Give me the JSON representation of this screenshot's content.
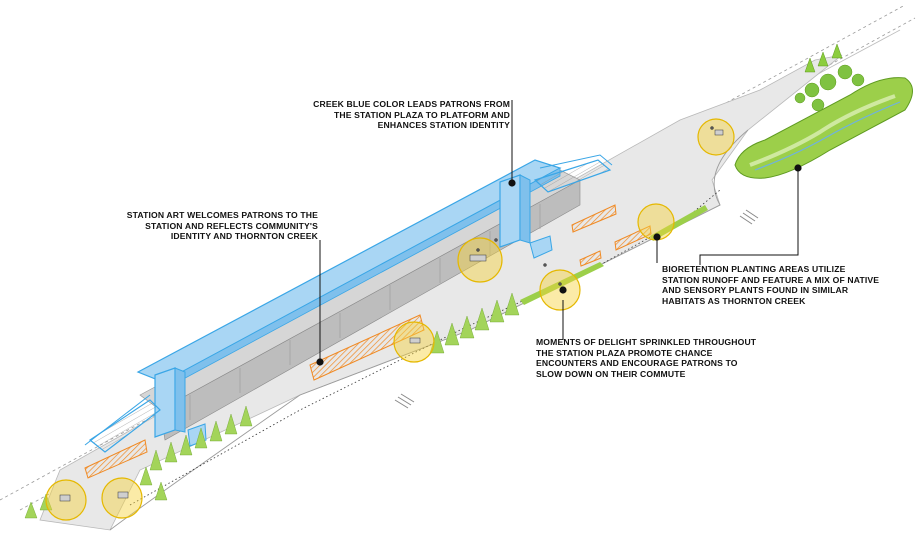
{
  "colors": {
    "creek_blue": "#3aa6e6",
    "creek_blue_fill": "#a9d6f4",
    "art_orange": "#f08a24",
    "delight_yellow": "#f7d23b",
    "planting_green": "#8cc63f",
    "ground_gray": "#e7e7e7",
    "structure_gray": "#cfcfcf",
    "ink": "#1a1a1a"
  },
  "annotations": {
    "creek_blue": {
      "lines": [
        "CREEK BLUE COLOR LEADS PATRONS FROM",
        "THE STATION PLAZA TO PLATFORM AND",
        "ENHANCES STATION IDENTITY"
      ],
      "symbol": "creek-blue-marker"
    },
    "station_art": {
      "lines": [
        "STATION ART WELCOMES PATRONS TO THE",
        "STATION AND REFLECTS COMMUNITY'S",
        "IDENTITY AND THORNTON CREEK"
      ],
      "symbol": "station-art-marker"
    },
    "bioretention": {
      "lines": [
        "BIORETENTION PLANTING AREAS UTILIZE",
        "STATION RUNOFF AND FEATURE A MIX OF NATIVE",
        "AND SENSORY PLANTS FOUND IN SIMILAR",
        "HABITATS AS THORNTON CREEK"
      ],
      "symbol": "bioretention-marker"
    },
    "moments_of_delight": {
      "lines": [
        "MOMENTS OF DELIGHT SPRINKLED THROUGHOUT",
        "THE STATION PLAZA PROMOTE CHANCE",
        "ENCOUNTERS AND ENCOURAGE PATRONS TO",
        "SLOW DOWN ON THEIR COMMUTE"
      ],
      "symbol": "delight-marker"
    }
  }
}
